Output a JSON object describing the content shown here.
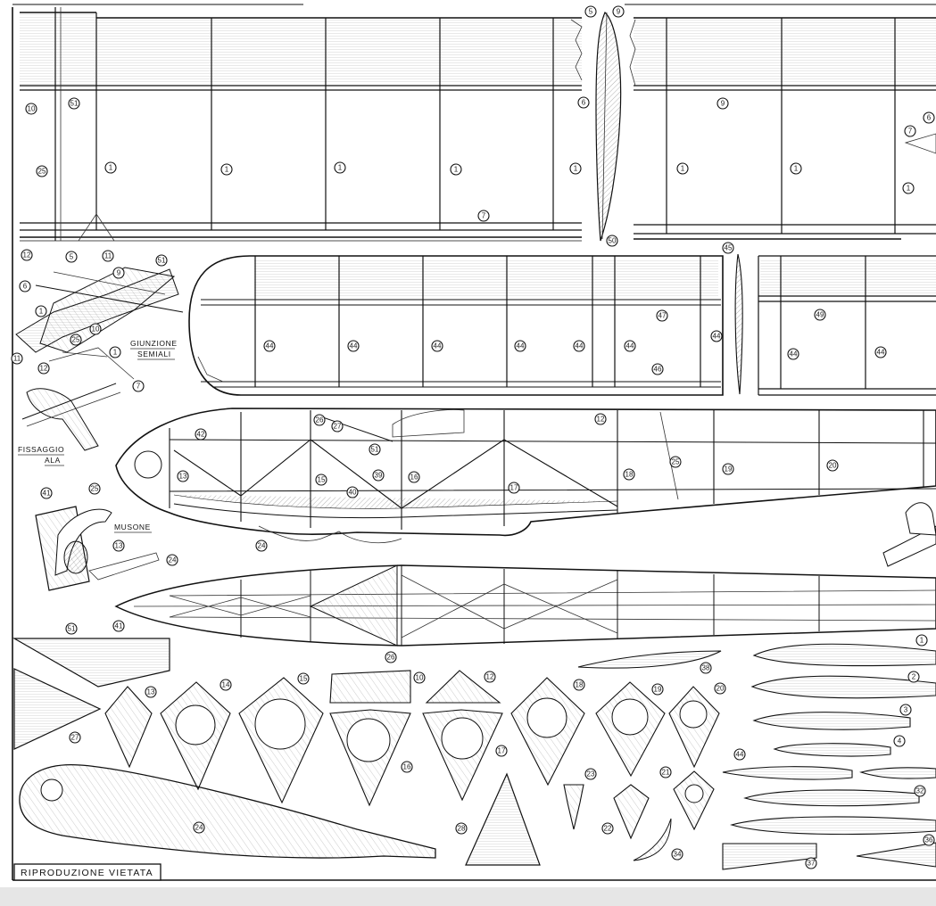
{
  "captions": {
    "joint": [
      "GIUNZIONE",
      "SEMIALI"
    ],
    "wing_fix": [
      "FISSAGGIO",
      "ALA"
    ],
    "nose": "MUSONE",
    "copyright": "RIPRODUZIONE VIETATA"
  },
  "part_numbers": {
    "wing": [
      "5",
      "9",
      "10",
      "51",
      "25",
      "1",
      "1",
      "1",
      "1",
      "1",
      "1",
      "1",
      "6",
      "9",
      "6",
      "7",
      "1",
      "7",
      "12",
      "11",
      "50"
    ],
    "joint_detail": [
      "5",
      "9",
      "51",
      "6",
      "1",
      "10",
      "25",
      "1",
      "11",
      "12",
      "7"
    ],
    "stabilizer": [
      "45",
      "47",
      "49",
      "44",
      "44",
      "44",
      "44",
      "44",
      "44",
      "44",
      "44",
      "44",
      "46"
    ],
    "fuselage_side": [
      "26",
      "27",
      "42",
      "51",
      "12",
      "13",
      "15",
      "39",
      "16",
      "17",
      "18",
      "19",
      "20",
      "25",
      "40",
      "24"
    ],
    "nose_detail": [
      "41",
      "25",
      "13",
      "24"
    ],
    "fuselage_top": [
      "41"
    ],
    "small_parts": [
      "51",
      "26",
      "10",
      "12",
      "38",
      "27",
      "13",
      "14",
      "15",
      "16",
      "17",
      "18",
      "19",
      "20",
      "21",
      "22",
      "23",
      "28",
      "24",
      "34"
    ],
    "ribs": [
      "1",
      "2",
      "3",
      "4",
      "44",
      "32",
      "36",
      "37"
    ]
  },
  "icons": [
    "drawing-sheet",
    "sailplane-sketch"
  ]
}
